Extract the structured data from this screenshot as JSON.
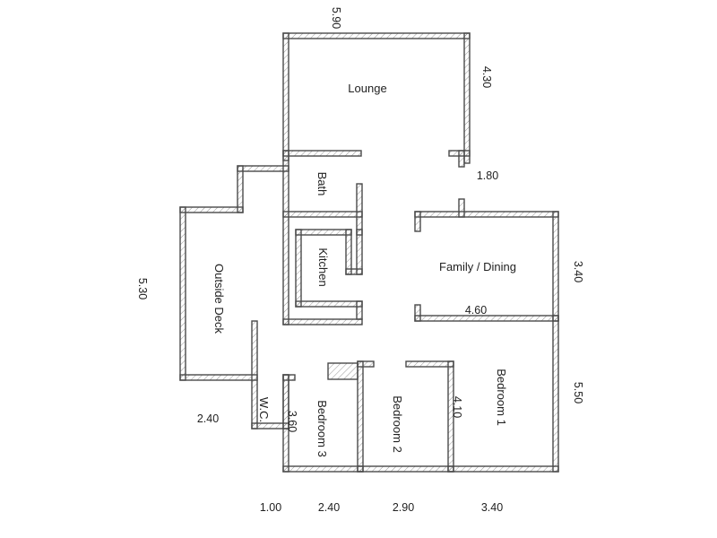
{
  "rooms": {
    "lounge": "Lounge",
    "bath": "Bath",
    "kitchen": "Kitchen",
    "family_dining": "Family / Dining",
    "outside_deck": "Outside Deck",
    "bedroom1": "Bedroom 1",
    "bedroom2": "Bedroom 2",
    "bedroom3": "Bedroom 3",
    "wc": "W.C."
  },
  "dimensions": {
    "lounge_width": "5.90",
    "lounge_depth": "4.30",
    "hall": "1.80",
    "family_depth": "3.40",
    "family_width": "4.60",
    "bedroom1_depth": "5.50",
    "deck_depth": "5.30",
    "deck_width": "2.40",
    "bedroom3_depth": "3.60",
    "bedroom2_depth": "4.10",
    "bottom_1": "1.00",
    "bottom_2": "2.40",
    "bottom_3": "2.90",
    "bottom_4": "3.40"
  }
}
